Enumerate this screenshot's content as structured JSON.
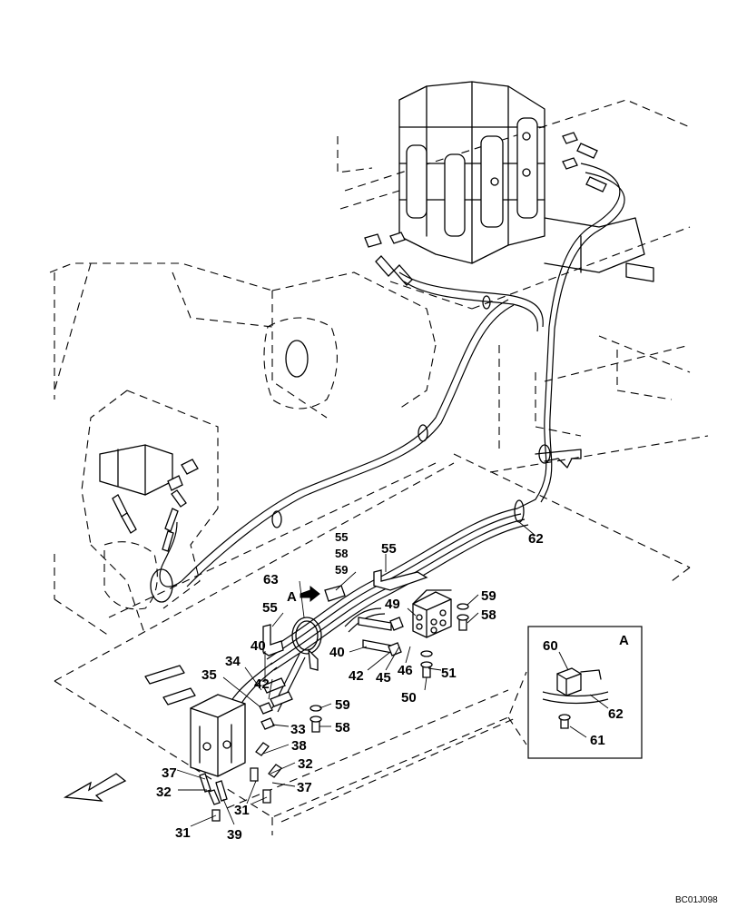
{
  "callouts": {
    "c31a": "31",
    "c31b": "31",
    "c32a": "32",
    "c32b": "32",
    "c33": "33",
    "c34": "34",
    "c35": "35",
    "c37a": "37",
    "c37b": "37",
    "c38": "38",
    "c39": "39",
    "c40a": "40",
    "c40b": "40",
    "c42a": "42",
    "c42b": "42",
    "c45": "45",
    "c46": "46",
    "c49": "49",
    "c50": "50",
    "c51": "51",
    "c55a": "55",
    "c55b": "55",
    "c55c": "55",
    "c58a": "58",
    "c58b": "58",
    "c58c": "58",
    "c59a": "59",
    "c59b": "59",
    "c59c": "59",
    "c62": "62",
    "c63": "63"
  },
  "view_a": {
    "marker": "A",
    "title": "A",
    "c60": "60",
    "c61": "61",
    "c62": "62"
  },
  "drawing_code": "BC01J098"
}
